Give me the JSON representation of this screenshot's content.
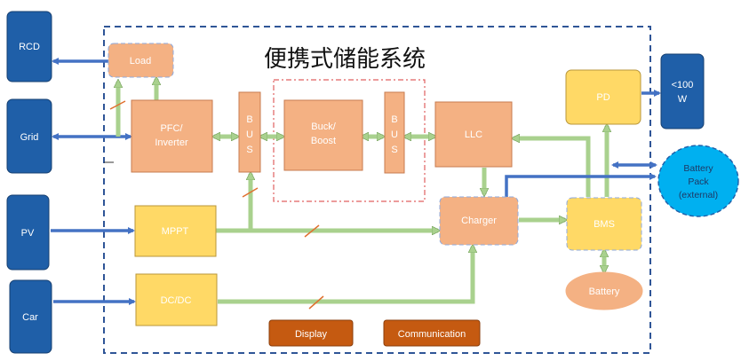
{
  "diagram": {
    "title": "便携式储能系统",
    "colors": {
      "blue_box": "#1f5fa8",
      "orange_box": "#f4b183",
      "yellow_box": "#ffd966",
      "dark_orange": "#c55a11",
      "cyan_ellipse": "#00b0f0",
      "green_arrow": "#a9d18e",
      "blue_arrow": "#4472c4",
      "dash_border": "#2f5597",
      "red_dash": "#e06060"
    },
    "external": {
      "rcd": "RCD",
      "grid": "Grid",
      "pv": "PV",
      "car": "Car",
      "usb_line1": "<100",
      "usb_line2": "W",
      "battery_pack_line1": "Battery",
      "battery_pack_line2": "Pack",
      "battery_pack_line3": "(external)"
    },
    "blocks": {
      "load": "Load",
      "pfc_line1": "PFC/",
      "pfc_line2": "Inverter",
      "bus1": [
        "B",
        "U",
        "S"
      ],
      "buck_line1": "Buck/",
      "buck_line2": "Boost",
      "bus2": [
        "B",
        "U",
        "S"
      ],
      "llc": "LLC",
      "pd": "PD",
      "mppt": "MPPT",
      "charger": "Charger",
      "bms": "BMS",
      "battery": "Battery",
      "dcdc": "DC/DC",
      "display": "Display",
      "communication": "Communication"
    }
  }
}
